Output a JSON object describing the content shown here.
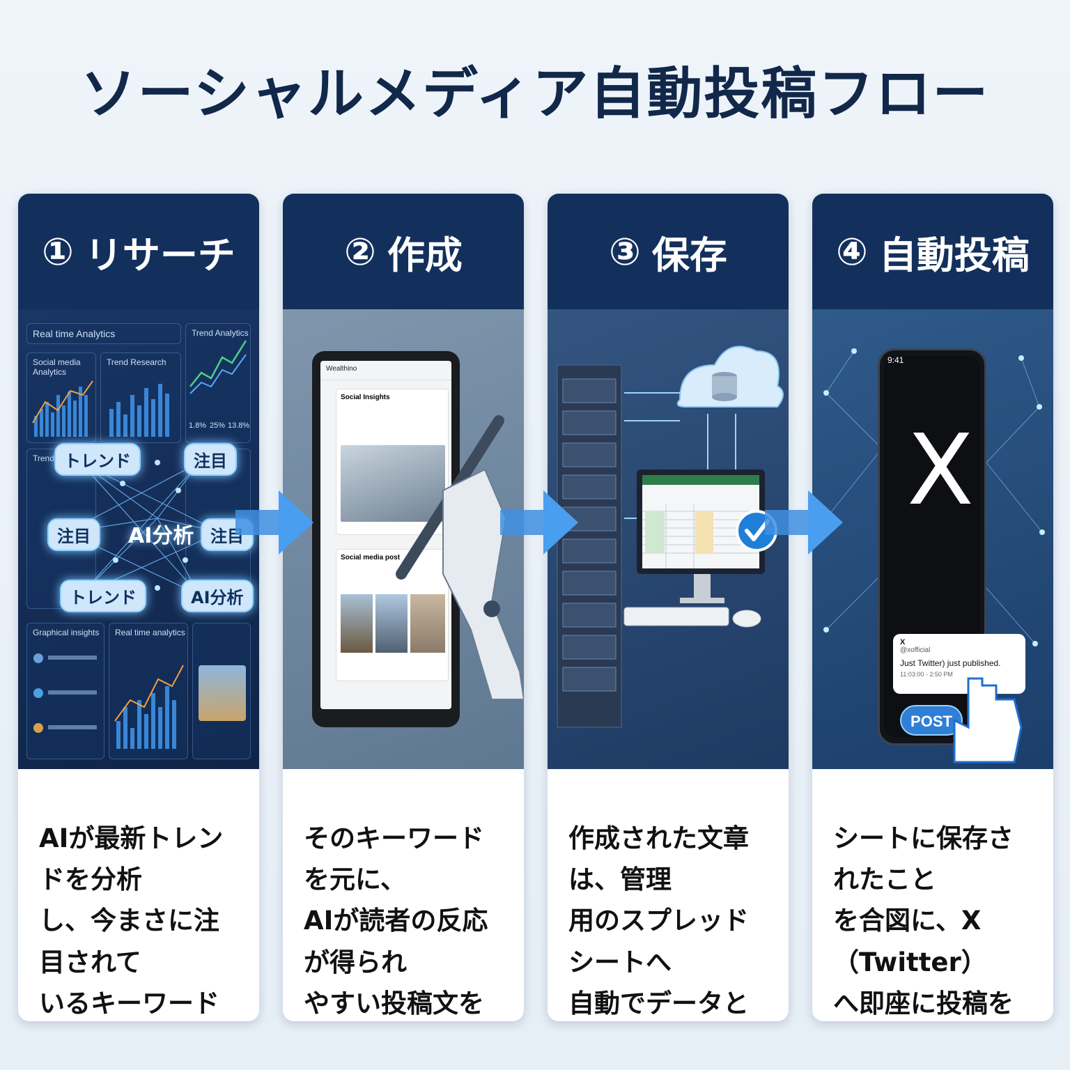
{
  "title": "ソーシャルメディア自動投稿フロー",
  "steps": [
    {
      "number": "①",
      "heading": "リサーチ",
      "description": [
        "AIが最新トレンドを分析",
        "し、今まさに注目されて",
        "いるキーワードを特定"
      ],
      "visual": {
        "panel_labels": [
          "Real time Analytics",
          "Social media Analytics",
          "Trend Research",
          "Trend Analytics",
          "Trend Analytics",
          "Real time analytics",
          "Graphical insights"
        ],
        "stats": [
          "1.8%",
          "25%",
          "13.8%"
        ],
        "chips": [
          "トレンド",
          "注目",
          "注目",
          "注目",
          "トレンド",
          "AI分析"
        ],
        "center_label": "AI分析"
      }
    },
    {
      "number": "②",
      "heading": "作成",
      "description": [
        "そのキーワードを元に、",
        "AIが読者の反応が得られ",
        "やすい投稿文を自動生成"
      ],
      "visual": {
        "app_name": "Wealthino",
        "post_titles": [
          "Social Insights",
          "Social media post"
        ]
      }
    },
    {
      "number": "③",
      "heading": "保存",
      "description": [
        "作成された文章は、管理",
        "用のスプレッドシートへ",
        "自動でデータとして蓄積"
      ],
      "visual": {}
    },
    {
      "number": "④",
      "heading": "自動投稿",
      "description": [
        "シートに保存されたこと",
        "を合図に、X（Twitter）",
        "へ即座に投稿を実行"
      ],
      "visual": {
        "phone_time": "9:41",
        "logo": "X",
        "notification_name": "X",
        "notification_handle": "@xofficial",
        "notification_text": "Just Twitter) just published.",
        "notification_time": "11:03:00 - 2:50 PM",
        "post_button": "POST"
      }
    }
  ],
  "colors": {
    "header": "#13305d",
    "title": "#12284a",
    "arrow": "#3f8fe0",
    "glow": "#7cc4ff"
  }
}
